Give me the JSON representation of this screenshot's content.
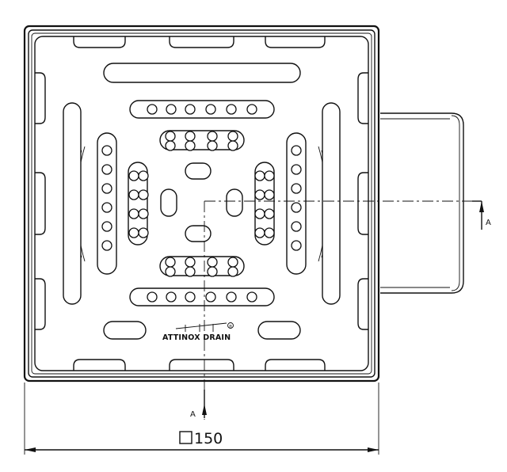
{
  "drawing": {
    "dimension_text": "150",
    "dimension_symbol": "square",
    "section_label_right": "A",
    "section_label_bottom": "A",
    "logo_text": "ATTINOX DRAIN",
    "logo_mark": "®"
  }
}
